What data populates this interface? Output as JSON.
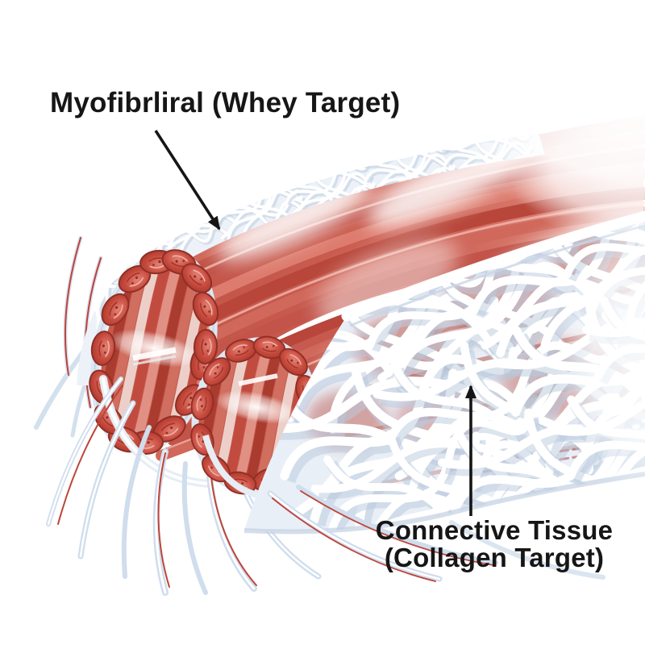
{
  "illustration": {
    "name": "muscle-fascicle-cross-section-diagram",
    "background": "#ffffff",
    "annotations": {
      "myofibrillar": {
        "label": "Myofibrliral (Whey Target)"
      },
      "connective_tissue": {
        "label_line1": "Connective Tissue",
        "label_line2": "(Collagen Target)"
      }
    },
    "colors": {
      "muscle_red_dark": "#a93a2e",
      "muscle_red_mid": "#c8564a",
      "muscle_pink_light": "#eba89e",
      "collagen_white": "#ffffff",
      "collagen_blue_shadow": "#c3d3e3",
      "annotation_black": "#161616"
    }
  }
}
